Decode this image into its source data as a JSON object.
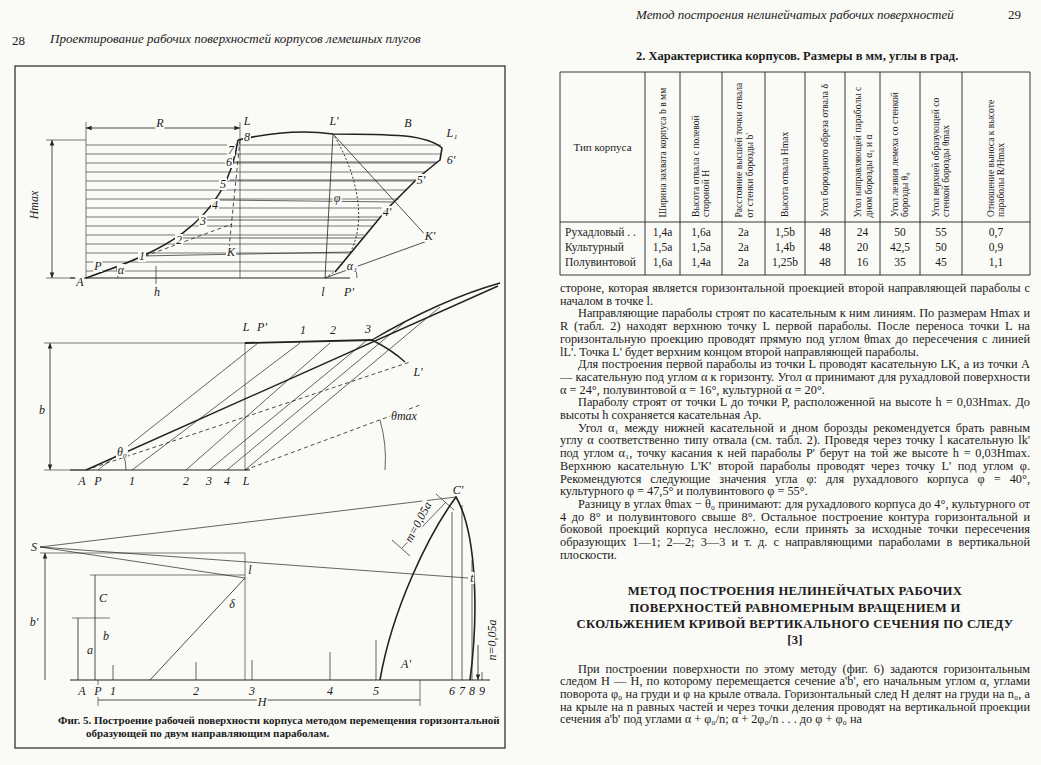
{
  "diagram": {
    "caption": "Фиг. 5. Построение рабочей поверхности корпуса методом перемещения горизонтальной образующей по двум направляющим параболам.",
    "labels": [
      "28",
      "Проектирование рабочих поверхностей корпусов лемешных плугов",
      "Метод построения нелинейчатых рабочих поверхностей",
      "29",
      "2. Характеристика корпусов. Размеры в мм, углы в град.",
      "Тип корпуса",
      "Ширина захвата корпуса b в мм",
      "Высота отвала с полевой стороной H",
      "Расстояние высшей точки отвала от стенки борозды b'",
      "Высота отвала Hmax",
      "Угол бороздного обреза отвала δ",
      "Угол направляющей параболы с дном борозды α₁ и α",
      "Угол лезвия лемеха со стенкой борозды θ₀",
      "Угол верхней образующей со стенкой борозды θmax",
      "Отношение выноса к высоте параболы R/Hmax",
      "Рухадловый . .",
      "1,4a",
      "1,6a",
      "2a",
      "1,5b",
      "48",
      "24",
      "50",
      "55",
      "0,7",
      "Культурный",
      "1,5a",
      "1,5a",
      "2a",
      "1,4b",
      "48",
      "20",
      "42,5",
      "50",
      "0,9",
      "Полувинтовой",
      "1,6a",
      "1,4a",
      "2a",
      "1,25b",
      "48",
      "16",
      "35",
      "45",
      "1,1",
      "стороне, которая является горизонтальной проекцией второй направляющей параболы с началом в точке l.",
      "Направляющие параболы строят по касательным к ним линиям. По размерам Hmax и R (табл. 2) находят верхнюю точку L первой параболы. После переноса точки L на горизонтальную проекцию проводят прямую под углом θmax до пересечения с линией lL'. Точка L' будет верхним концом второй направляющей параболы.",
      "Для построения первой параболы из точки L проводят касательную LK, а из точки A — касательную под углом α к горизонту. Угол α принимают для рухадловой поверхности α = 24°, полувинтовой α = 16°, культурной α = 20°.",
      "Параболу строят от точки L до точки P, расположенной на высоте h = 0,03Hmax. До высоты h сохраняется касательная Ap.",
      "Угол α₁ между нижней касательной и дном борозды рекомендуется брать равным углу α соответственно типу отвала (см. табл. 2). Проведя через точку l касательную lk' под углом α₁, точку касания к ней параболы P' берут на той же высоте h = 0,03Hmax. Верхнюю касательную L'K' второй параболы проводят через точку L' под углом φ. Рекомендуются следующие значения угла φ: для рухадлового корпуса φ = 40°, культурного φ = 47,5° и полувинтового φ = 55°.",
      "Разницу в углах θmax − θ₀ принимают: для рухадлового корпуса до 4°, культурного от 4 до 8° и полувинтового свыше 8°. Остальное построение контура горизонтальной и боковой проекций корпуса несложно, если принять за исходные точки пересечения образующих 1—1; 2—2; 3—3 и т. д. с направляющими параболами в вертикальной плоскости.",
      "МЕТОД ПОСТРОЕНИЯ НЕЛИНЕЙЧАТЫХ РАБОЧИХ ПОВЕРХНОСТЕЙ РАВНОМЕРНЫМ ВРАЩЕНИЕМ И СКОЛЬЖЕНИЕМ КРИВОЙ ВЕРТИКАЛЬНОГО СЕЧЕНИЯ ПО СЛЕДУ [3]",
      "При построении поверхности по этому методу (фиг. 6) задаются горизонтальным следом H — H, по которому перемещается сечение a'b', его начальным углом α, углами поворота φ₀ на груди и φ на крыле отвала. Горизонтальный след H делят на груди на n₀, а на крыле на n равных частей и через точки деления проводят на вертикальной проекции сечения a'b' под углами α + φ₀/n; α + 2φ₀/n . . . до φ + φ₀ на",
      "R",
      "L",
      "L'",
      "8",
      "B",
      "L₁",
      "7",
      "6",
      "6'",
      "5",
      "5'",
      "4",
      "φ",
      "4'",
      "3",
      "K",
      "K'",
      "2",
      "1",
      "Hmax",
      "A",
      "P",
      "α",
      "α₁",
      "l",
      "P'",
      "h",
      "P'",
      "L",
      "1",
      "2",
      "3",
      "L'",
      "b",
      "θ₀",
      "θmax",
      "A",
      "P",
      "1",
      "2",
      "3",
      "4",
      "L",
      "C'",
      "m=0,05a",
      "S",
      "t",
      "l",
      "b'",
      "C",
      "δ",
      "b",
      "a",
      "A'",
      "n=0,05a",
      "A",
      "P",
      "1",
      "2",
      "3",
      "4",
      "5",
      "6",
      "7",
      "8",
      "9",
      "H"
    ]
  }
}
